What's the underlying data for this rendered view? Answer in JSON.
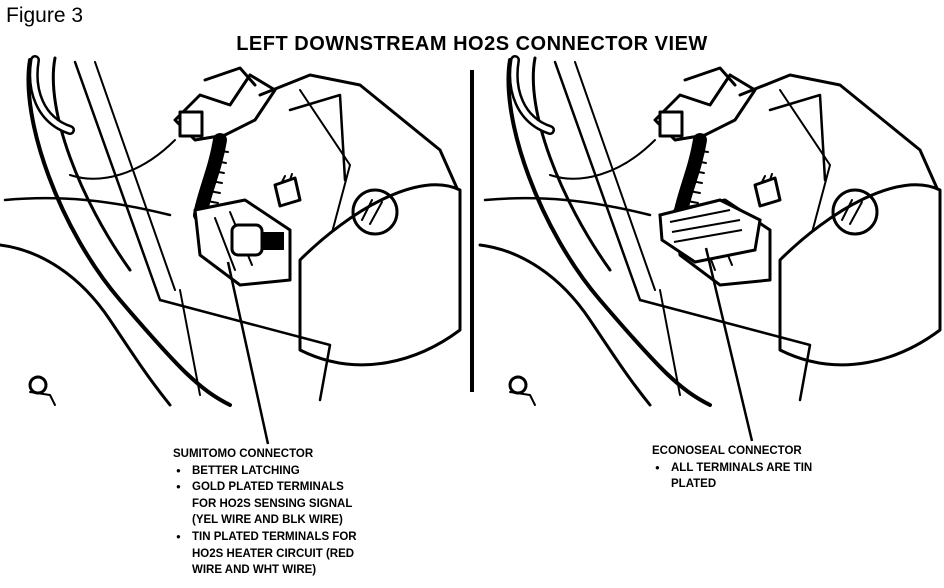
{
  "figure_label": "Figure 3",
  "title": "LEFT DOWNSTREAM HO2S CONNECTOR VIEW",
  "left_callout": {
    "title": "SUMITOMO CONNECTOR",
    "bullets": [
      [
        "BETTER LATCHING"
      ],
      [
        "GOLD PLATED TERMINALS",
        "FOR HO2S SENSING SIGNAL",
        "(YEL WIRE AND BLK WIRE)"
      ],
      [
        "TIN PLATED TERMINALS FOR",
        "HO2S HEATER CIRCUIT (RED",
        "WIRE AND WHT WIRE)"
      ]
    ]
  },
  "right_callout": {
    "title": "ECONOSEAL CONNECTOR",
    "bullets": [
      [
        "ALL TERMINALS ARE TIN",
        "PLATED"
      ]
    ]
  },
  "icons": {
    "engine_scene_left": "engine-bay-line-drawing",
    "engine_scene_right": "engine-bay-line-drawing"
  }
}
